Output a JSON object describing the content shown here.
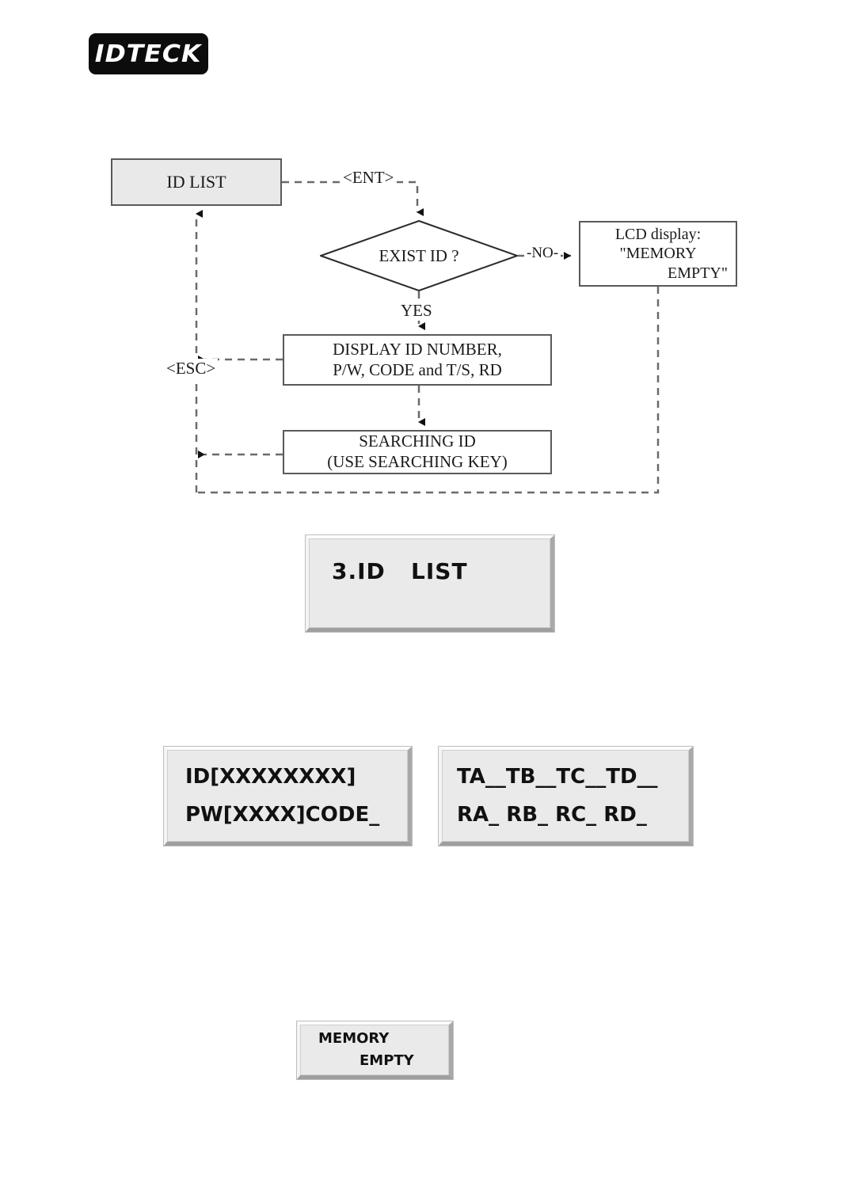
{
  "brand": {
    "logo_text": "IDTECK"
  },
  "flowchart": {
    "nodes": {
      "id_list": "ID LIST",
      "exist_id": "EXIST ID ?",
      "lcd_message": {
        "line1": "LCD display:",
        "line2": "\"MEMORY",
        "line3": "EMPTY\""
      },
      "display_info": {
        "line1": "DISPLAY ID NUMBER,",
        "line2": "P/W, CODE and T/S, RD"
      },
      "searching_id": {
        "line1": "SEARCHING ID",
        "line2": "(USE SEARCHING KEY)"
      }
    },
    "edge_labels": {
      "enter": "<ENT>",
      "no": "-NO-",
      "yes": "YES",
      "escape": "<ESC>"
    }
  },
  "lcd_panels": {
    "menu": {
      "line1": "3.ID   LIST"
    },
    "id_password": {
      "line1": "ID[XXXXXXXX]",
      "line2": "PW[XXXX]CODE_"
    },
    "time_relay": {
      "line1": "TA__TB__TC__TD__",
      "line2": "RA_ RB_ RC_ RD_"
    },
    "memory_empty": {
      "line1": "MEMORY",
      "line2": "EMPTY"
    }
  },
  "colors": {
    "node_fill_gray": "#e9e9e9",
    "node_fill_white": "#ffffff",
    "node_border": "#5a5a5a",
    "connector": "#6b6b6b",
    "lcd_bg": "#eaeaea",
    "logo_bg": "#0c0c0c"
  }
}
